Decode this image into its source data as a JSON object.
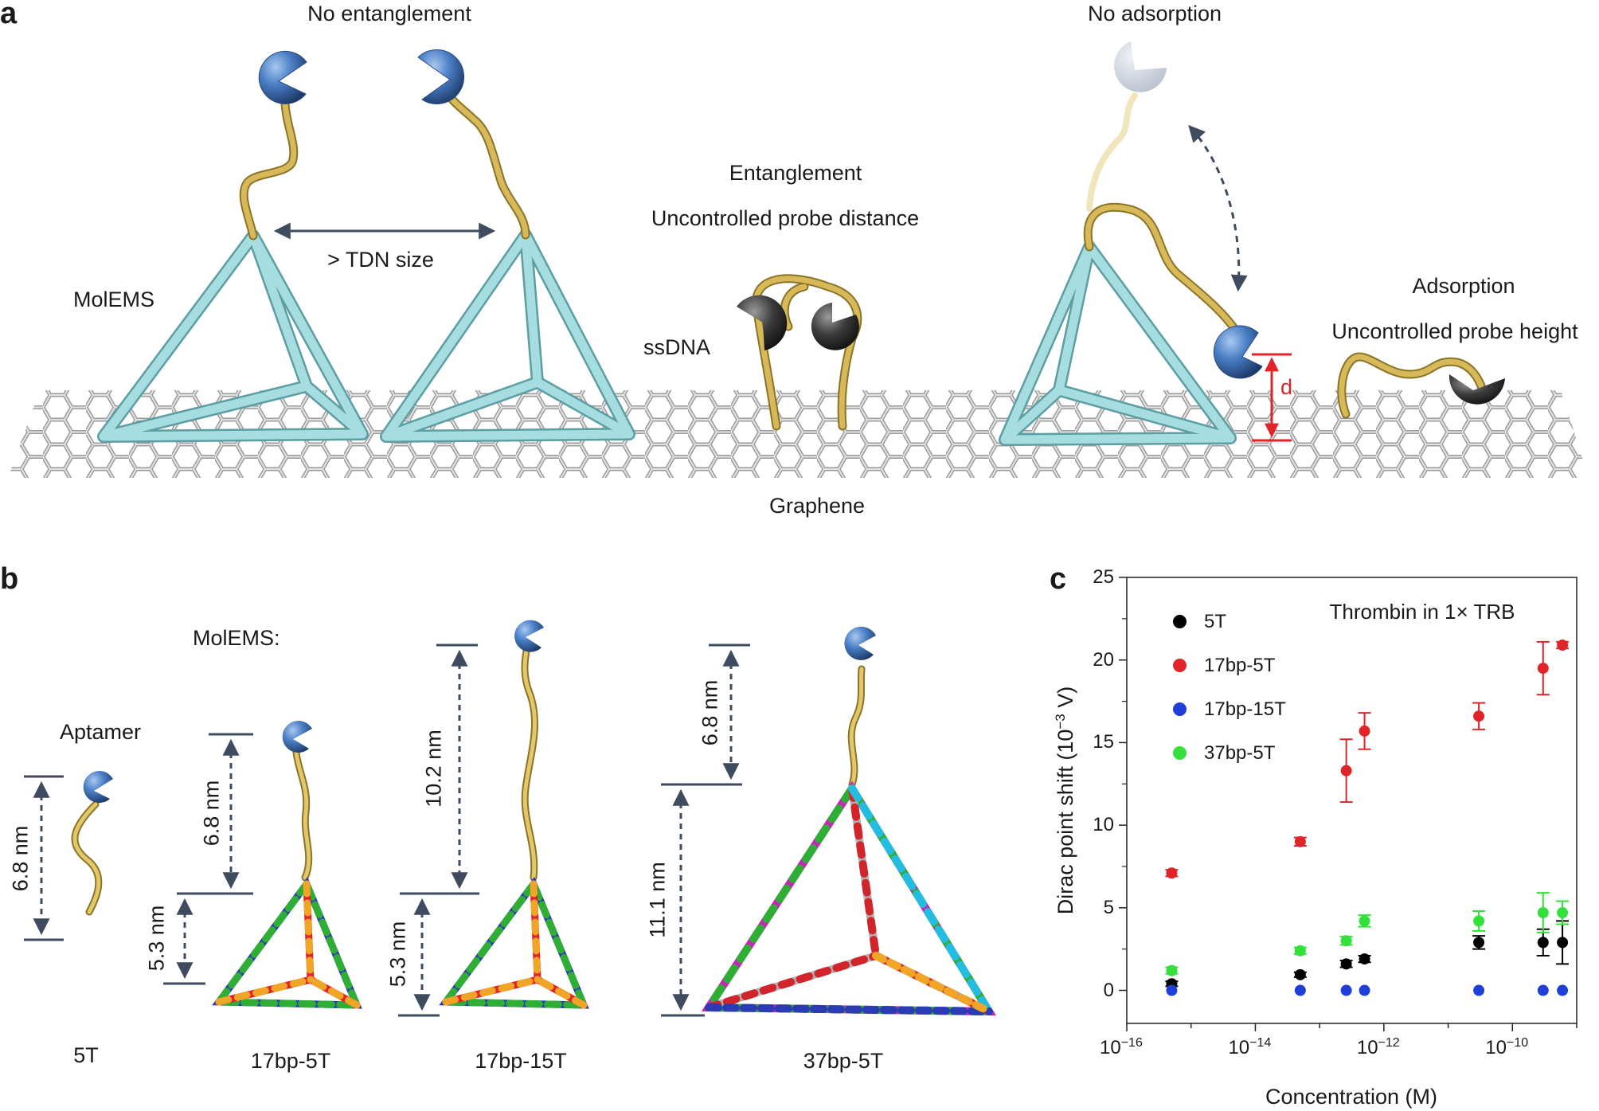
{
  "panel_labels": {
    "a": "a",
    "b": "b",
    "c": "c"
  },
  "panel_a": {
    "no_entanglement": "No entanglement",
    "tdn_size": "> TDN size",
    "molems": "MolEMS",
    "entanglement": "Entanglement",
    "uncontrolled_distance": "Uncontrolled probe distance",
    "ssdna": "ssDNA",
    "no_adsorption": "No adsorption",
    "adsorption": "Adsorption",
    "uncontrolled_height": "Uncontrolled probe height",
    "d": "d",
    "graphene": "Graphene"
  },
  "panel_b": {
    "molems": "MolEMS:",
    "aptamer": "Aptamer",
    "structures": [
      {
        "name": "5T",
        "dims": [
          "6.8 nm"
        ]
      },
      {
        "name": "17bp-5T",
        "dims": [
          "6.8 nm",
          "5.3 nm"
        ]
      },
      {
        "name": "17bp-15T",
        "dims": [
          "10.2 nm",
          "5.3 nm"
        ]
      },
      {
        "name": "37bp-5T",
        "dims": [
          "6.8 nm",
          "11.1 nm"
        ]
      }
    ]
  },
  "colors": {
    "tdn": "#9fd8db",
    "ssdna": "#d7b95a",
    "probe": "#4b7fc6",
    "black_probe": "#3c3c3c",
    "graphene": "#b4b4b4",
    "arrow": "#3f4b5e",
    "red": "#e0242a"
  },
  "chart_data": {
    "type": "scatter",
    "title": "Thrombin in 1× TRB",
    "xlabel": "Concentration (M)",
    "ylabel": "Dirac point shift (10",
    "ylabel_sup": "−3",
    "ylabel_end": " V)",
    "x_scale": "log",
    "xlim": [
      1e-16,
      1e-09
    ],
    "ylim": [
      -2,
      25
    ],
    "x_ticks": [
      {
        "base": "10",
        "exp": "−16"
      },
      {
        "base": "10",
        "exp": "−14"
      },
      {
        "base": "10",
        "exp": "−12"
      },
      {
        "base": "10",
        "exp": "−10"
      }
    ],
    "y_ticks": [
      "0",
      "5",
      "10",
      "15",
      "20",
      "25"
    ],
    "grid": false,
    "legend_position": "top-left",
    "series": [
      {
        "name": "5T",
        "color": "#000000",
        "points": [
          [
            5e-16,
            0.4,
            0.15
          ],
          [
            5e-14,
            0.95,
            0.15
          ],
          [
            2.6e-13,
            1.6,
            0.2
          ],
          [
            5e-13,
            1.9,
            0.2
          ],
          [
            3e-11,
            2.9,
            0.4
          ],
          [
            3e-10,
            2.9,
            0.8
          ],
          [
            6e-10,
            2.9,
            1.3
          ]
        ]
      },
      {
        "name": "17bp-5T",
        "color": "#e0242a",
        "points": [
          [
            5e-16,
            7.1,
            0.2
          ],
          [
            5e-14,
            9.0,
            0.25
          ],
          [
            2.6e-13,
            13.3,
            1.9
          ],
          [
            5e-13,
            15.7,
            1.1
          ],
          [
            3e-11,
            16.6,
            0.8
          ],
          [
            3e-10,
            19.5,
            1.6
          ],
          [
            6e-10,
            20.9,
            0.2
          ]
        ]
      },
      {
        "name": "17bp-15T",
        "color": "#1f3fd8",
        "points": [
          [
            5e-16,
            0.0,
            0
          ],
          [
            5e-14,
            0.0,
            0
          ],
          [
            2.6e-13,
            0.0,
            0
          ],
          [
            5e-13,
            0.0,
            0
          ],
          [
            3e-11,
            0.0,
            0
          ],
          [
            3e-10,
            0.0,
            0
          ],
          [
            6e-10,
            0.0,
            0
          ]
        ]
      },
      {
        "name": "37bp-5T",
        "color": "#34e03a",
        "points": [
          [
            5e-16,
            1.2,
            0.2
          ],
          [
            5e-14,
            2.4,
            0.2
          ],
          [
            2.6e-13,
            3.0,
            0.25
          ],
          [
            5e-13,
            4.2,
            0.35
          ],
          [
            3e-11,
            4.2,
            0.6
          ],
          [
            3e-10,
            4.7,
            1.2
          ],
          [
            6e-10,
            4.7,
            0.7
          ]
        ]
      }
    ]
  }
}
